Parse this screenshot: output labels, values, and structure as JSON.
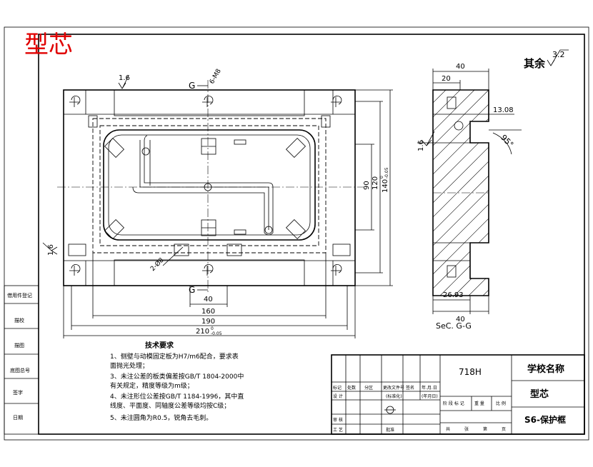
{
  "stamp": {
    "text": "型芯",
    "color": "#e00000"
  },
  "roughness": {
    "label": "其余",
    "value": "3.2"
  },
  "front_view": {
    "marks": {
      "roughness_top": "1.6",
      "roughness_left": "1.6",
      "section_top": "G",
      "section_bottom": "G",
      "thread": "6-M8",
      "hole_dim": "2-Ø8"
    },
    "dims": {
      "w40": "40",
      "w160": "160",
      "w190": "190",
      "w210": "210",
      "w210_tol": "0",
      "w210_tol2": "-0.05",
      "h90": "90",
      "h120": "120",
      "h140": "140",
      "h140_tol": "0",
      "h140_tol2": "-0.05"
    }
  },
  "side_view": {
    "dims": {
      "top40": "40",
      "top20": "20",
      "d13": "13.08",
      "angle": "95°",
      "bottom26": "26.93",
      "bottom40": "40",
      "roughness": "1.6"
    },
    "caption": "SeC. G-G"
  },
  "notes": {
    "title": "技术要求",
    "items": [
      "1、侧壁与动模固定板为H7/m6配合，要求表",
      "   面抛光处理；",
      "3、未注公差的板类偏差按GB/T 1804-2000中",
      "   有关规定，精度等级为m级；",
      "4、未注形位公差按GB/T 1184-1996，其中直",
      "   线度、平面度、同轴度公差等级均按C级；",
      "5、未注圆角为R0.5，锐角去毛刺。"
    ]
  },
  "left_strip": {
    "cells": [
      "借用件登记",
      "描校",
      "描图",
      "底图总号",
      "签字",
      "日期"
    ]
  },
  "title_block": {
    "material": "718H",
    "school": "学校名称",
    "part": "型芯",
    "drawing": "S6-保护框",
    "headers": [
      "标记",
      "处数",
      "分区",
      "更改文件号",
      "签名",
      "年.月.日"
    ],
    "rows": [
      "设 计",
      "审 核",
      "工 艺"
    ],
    "std": "(标准化)",
    "date": "(年月日)",
    "approve": "批准",
    "stage": [
      "阶 段 标 记",
      "重 量",
      "比 例"
    ],
    "sheet": [
      "共",
      "张",
      "第",
      "页"
    ]
  }
}
